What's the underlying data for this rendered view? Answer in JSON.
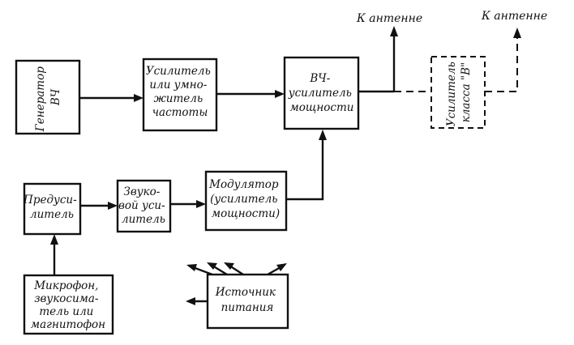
{
  "blocks": {
    "rf_generator": {
      "lines": [
        "Генератор",
        "ВЧ"
      ]
    },
    "multiplier": {
      "lines": [
        "Усилитель",
        "или умно-",
        "житель",
        "частоты"
      ]
    },
    "rf_power_amp": {
      "lines": [
        "ВЧ-",
        "усилитель",
        "мощности"
      ]
    },
    "class_b_amp": {
      "lines": [
        "Усилитель",
        "класса \"В\""
      ]
    },
    "preamp": {
      "lines": [
        "Предуси-",
        "литель"
      ]
    },
    "audio_amp": {
      "lines": [
        "Звуко-",
        "вой уси-",
        "литель"
      ]
    },
    "modulator": {
      "lines": [
        "Модулятор",
        "(усилитель",
        "мощности)"
      ]
    },
    "microphone": {
      "lines": [
        "Микрофон,",
        "звукосима-",
        "тель или",
        "магнитофон"
      ]
    },
    "power_supply": {
      "lines": [
        "Источник",
        "питания"
      ]
    }
  },
  "antenna_labels": {
    "main": "К антенне",
    "optional": "К антенне"
  }
}
